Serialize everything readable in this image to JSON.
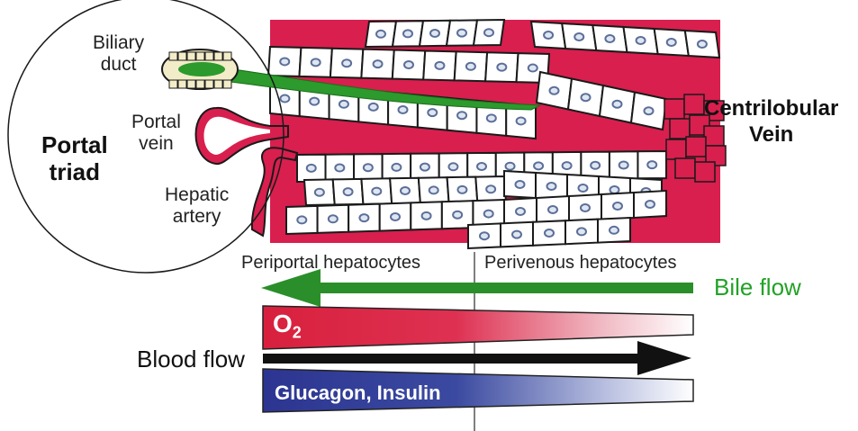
{
  "labels": {
    "biliary_duct_1": "Biliary",
    "biliary_duct_2": "duct",
    "portal_vein_1": "Portal",
    "portal_vein_2": "vein",
    "hepatic_artery_1": "Hepatic",
    "hepatic_artery_2": "artery",
    "portal_triad_1": "Portal",
    "portal_triad_2": "triad",
    "centrilobular_1": "Centrilobular",
    "centrilobular_2": "Vein"
  },
  "zones": {
    "periportal": "Periportal hepatocytes",
    "perivenous": "Perivenous hepatocytes"
  },
  "flows": {
    "bile": "Bile flow",
    "blood": "Blood flow"
  },
  "gradients": {
    "o2_base": "O",
    "o2_sub": "2",
    "hormones": "Glucagon, Insulin"
  },
  "colors": {
    "sinusoid": "#d81f4e",
    "bile_green": "#2c9a2c",
    "o2_red": "#d8203d",
    "hormone_blue": "#2c3591",
    "nucleus": "#5b6f98"
  }
}
